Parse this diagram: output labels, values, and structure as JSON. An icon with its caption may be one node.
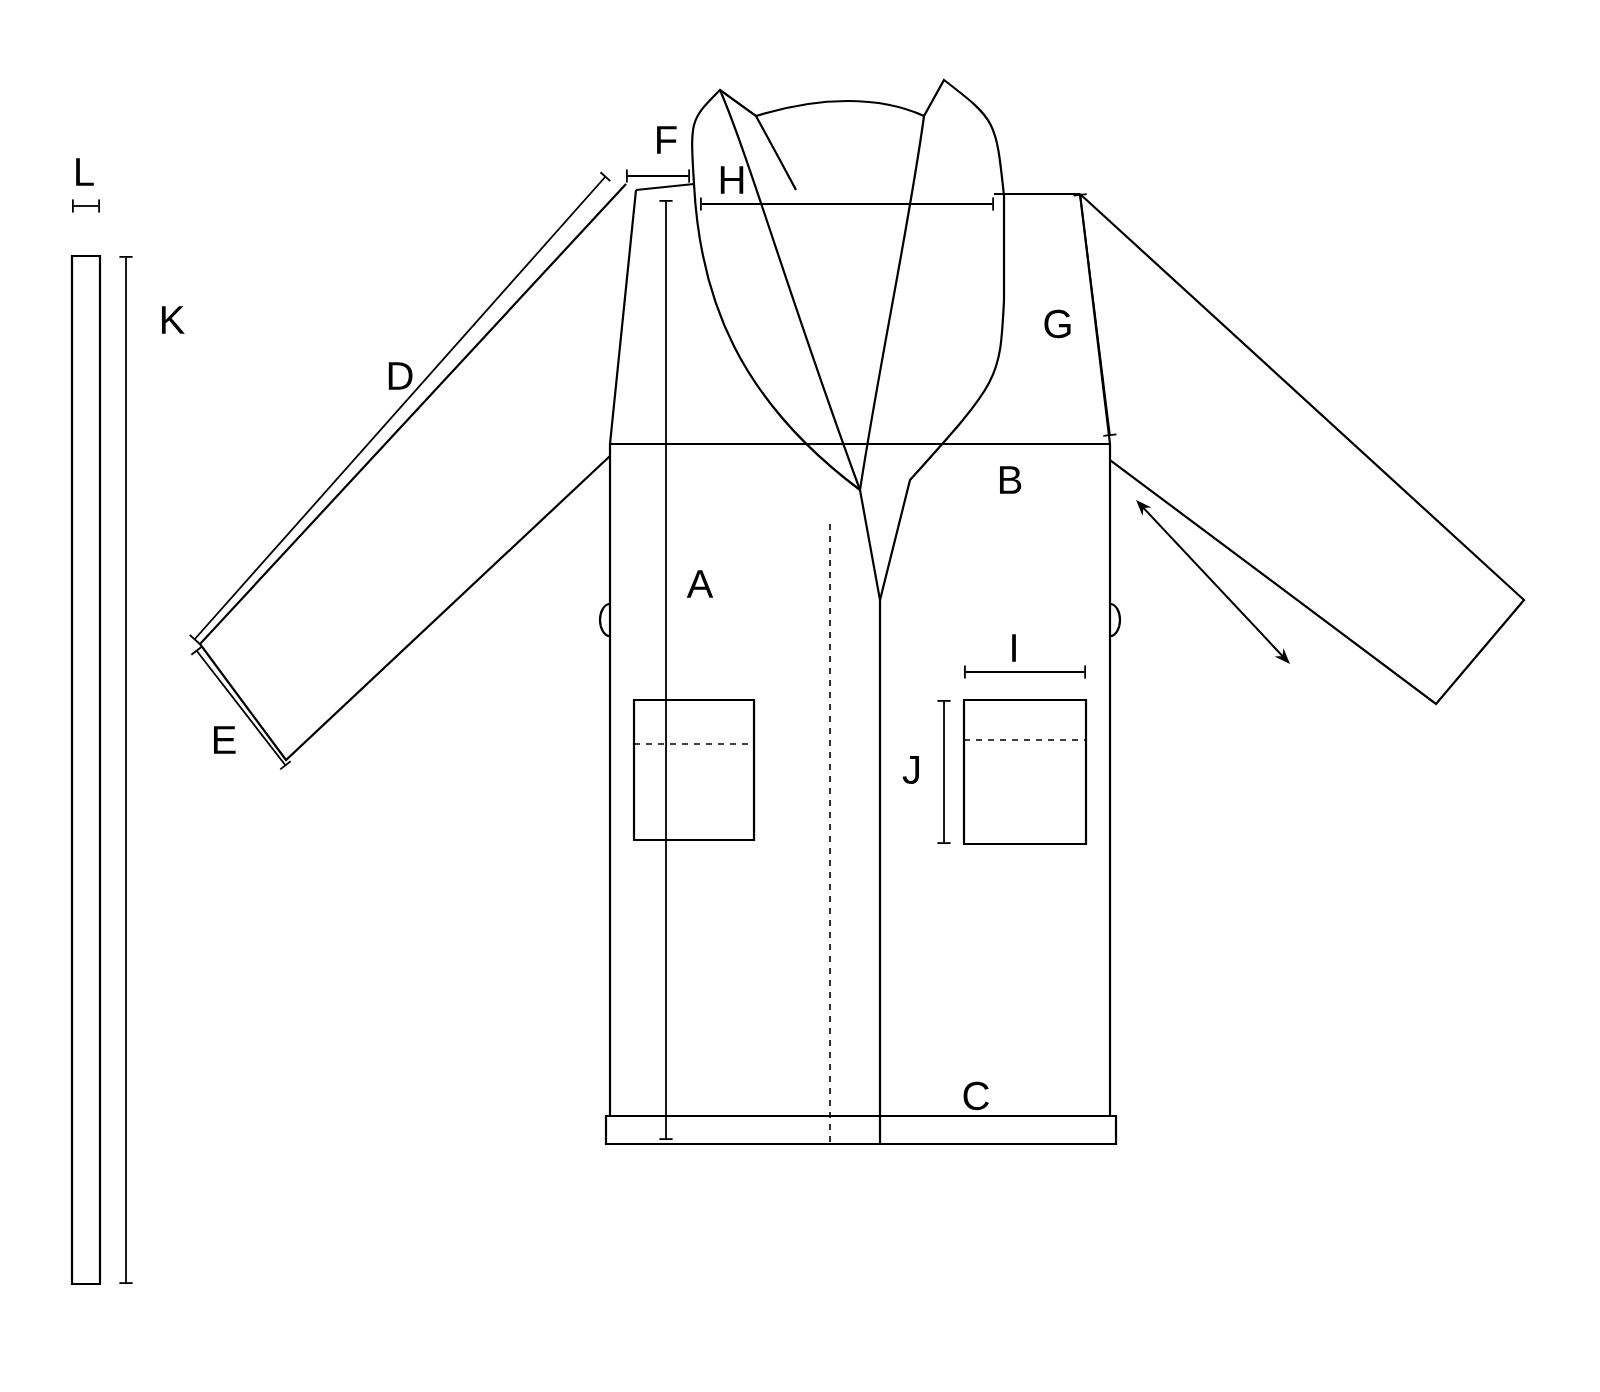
{
  "diagram": {
    "labels": [
      "L",
      "F",
      "H",
      "K",
      "G",
      "D",
      "B",
      "A",
      "I",
      "E",
      "J",
      "C"
    ]
  }
}
